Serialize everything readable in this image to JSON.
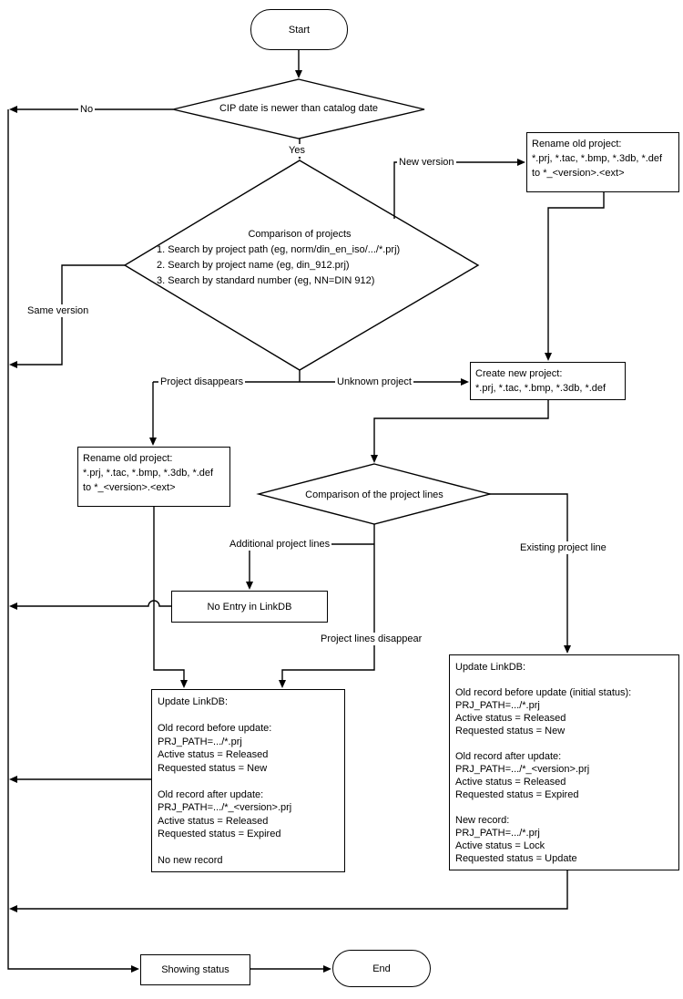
{
  "flowchart": {
    "nodes": {
      "start": {
        "label": "Start"
      },
      "decision_cip": {
        "label": "CIP date is newer than catalog date"
      },
      "decision_projects": {
        "title": "Comparison of projects",
        "items": [
          "1. Search by project path (eg, norm/din_en_iso/.../*.prj)",
          "2. Search by project name (eg, din_912.prj)",
          "3. Search by standard number (eg, NN=DIN 912)"
        ]
      },
      "rename_old_top": {
        "lines": [
          "Rename old project:",
          "*.prj, *.tac, *.bmp, *.3db, *.def",
          "to *_<version>.<ext>"
        ]
      },
      "create_new": {
        "lines": [
          "Create new project:",
          "*.prj, *.tac, *.bmp, *.3db, *.def"
        ]
      },
      "rename_old_left": {
        "lines": [
          "Rename old project:",
          "*.prj, *.tac, *.bmp, *.3db, *.def",
          "to *_<version>.<ext>"
        ]
      },
      "decision_project_lines": {
        "label": "Comparison of the project lines"
      },
      "no_entry": {
        "label": "No Entry in LinkDB"
      },
      "update_linkdb_left": {
        "lines": [
          "Update LinkDB:",
          "",
          "Old record before update:",
          "PRJ_PATH=.../*.prj",
          "Active status = Released",
          "Requested status = New",
          "",
          "Old record after update:",
          "PRJ_PATH=.../*_<version>.prj",
          "Active status = Released",
          "Requested status = Expired",
          "",
          "No new record"
        ]
      },
      "update_linkdb_right": {
        "lines": [
          "Update LinkDB:",
          "",
          "Old record before update (initial status):",
          "PRJ_PATH=.../*.prj",
          "Active status = Released",
          "Requested status = New",
          "",
          "Old record after update:",
          "PRJ_PATH=.../*_<version>.prj",
          "Active status = Released",
          "Requested status = Expired",
          "",
          "New record:",
          "PRJ_PATH=.../*.prj",
          "Active status = Lock",
          "Requested status = Update"
        ]
      },
      "showing_status": {
        "label": "Showing status"
      },
      "end": {
        "label": "End"
      }
    },
    "edge_labels": {
      "no": "No",
      "yes": "Yes",
      "new_version": "New version",
      "same_version": "Same version",
      "unknown_project": "Unknown project",
      "project_disappears": "Project disappears",
      "additional_project_lines": "Additional project lines",
      "existing_project_line": "Existing project line",
      "project_lines_disappear": "Project lines disappear"
    },
    "colors": {
      "line": "#000000",
      "background": "#ffffff",
      "text": "#000000"
    }
  }
}
